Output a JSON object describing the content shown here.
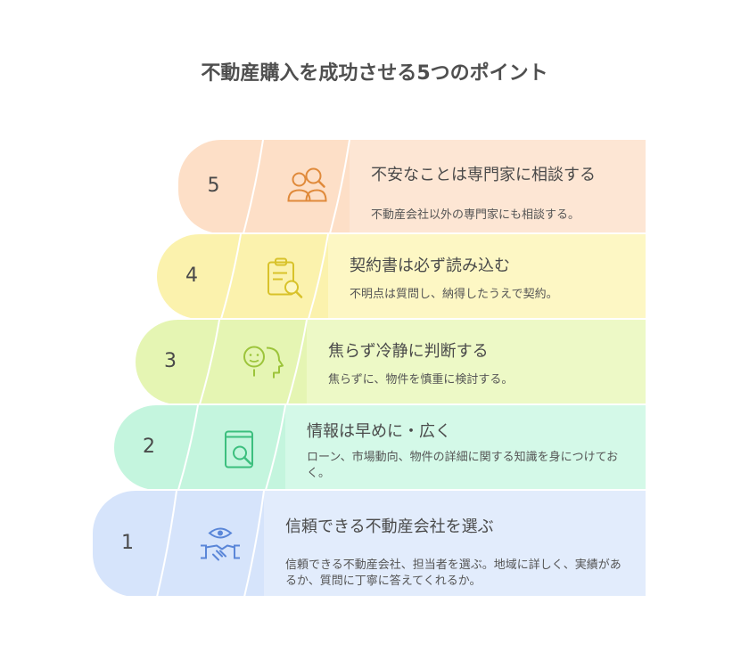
{
  "title": "不動産購入を成功させる5つのポイント",
  "steps": [
    {
      "number": "5",
      "title": "不安なことは専門家に相談する",
      "desc": "不動産会社以外の専門家にも相談する。",
      "icon": "consult-people-icon",
      "color_a": "#fddfc7",
      "color_b": "#fde6d4",
      "icon_color": "#e08a3b"
    },
    {
      "number": "4",
      "title": "契約書は必ず読み込む",
      "desc": "不明点は質問し、納得したうえで契約。",
      "icon": "clipboard-search-icon",
      "color_a": "#fbf2ad",
      "color_b": "#fdf7c4",
      "icon_color": "#d8c22a"
    },
    {
      "number": "3",
      "title": "焦らず冷静に判断する",
      "desc": "焦らずに、物件を慎重に検討する。",
      "icon": "calm-head-icon",
      "color_a": "#e5f5b3",
      "color_b": "#edf9c6",
      "icon_color": "#9cc43a"
    },
    {
      "number": "2",
      "title": "情報は早めに・広く",
      "desc": "ローン、市場動向、物件の詳細に関する知識を身につけておく。",
      "icon": "book-search-icon",
      "color_a": "#c4f5de",
      "color_b": "#d4f9e8",
      "icon_color": "#3cbf7e"
    },
    {
      "number": "1",
      "title": "信頼できる不動産会社を選ぶ",
      "desc": "信頼できる不動産会社、担当者を選ぶ。地域に詳しく、実績があるか、質問に丁寧に答えてくれるか。",
      "icon": "handshake-eye-icon",
      "color_a": "#d6e4fb",
      "color_b": "#e2ecfc",
      "icon_color": "#5a86d8"
    }
  ]
}
